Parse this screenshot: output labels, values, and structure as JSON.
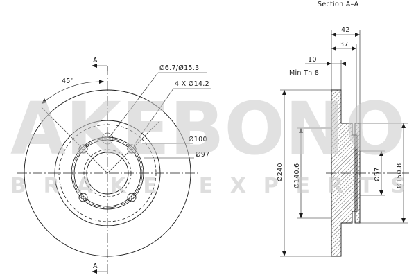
{
  "section_title": "Section A–A",
  "section_mark": "A",
  "watermark": {
    "brand": "AKEBONO",
    "tagline": "BRAKE EXPERTS"
  },
  "front_view": {
    "angle_label": "45°",
    "hole_label": "Ø6.7/Ø15.3",
    "bolt_label": "4 X Ø14.2",
    "pcd_label": "Ø100",
    "center_label": "Ø97"
  },
  "section_view": {
    "total_height_label": "42",
    "hat_height_label": "37",
    "thickness_label": "10",
    "min_thickness_label": "Min Th 8",
    "outer_diameter_label": "Ø240",
    "inner_diameter_label": "Ø140.6",
    "bore_label": "Ø57",
    "hat_diameter_label": "Ø150.8"
  },
  "colors": {
    "line": "#1a1a1a",
    "watermark": "#c8c8c8"
  }
}
